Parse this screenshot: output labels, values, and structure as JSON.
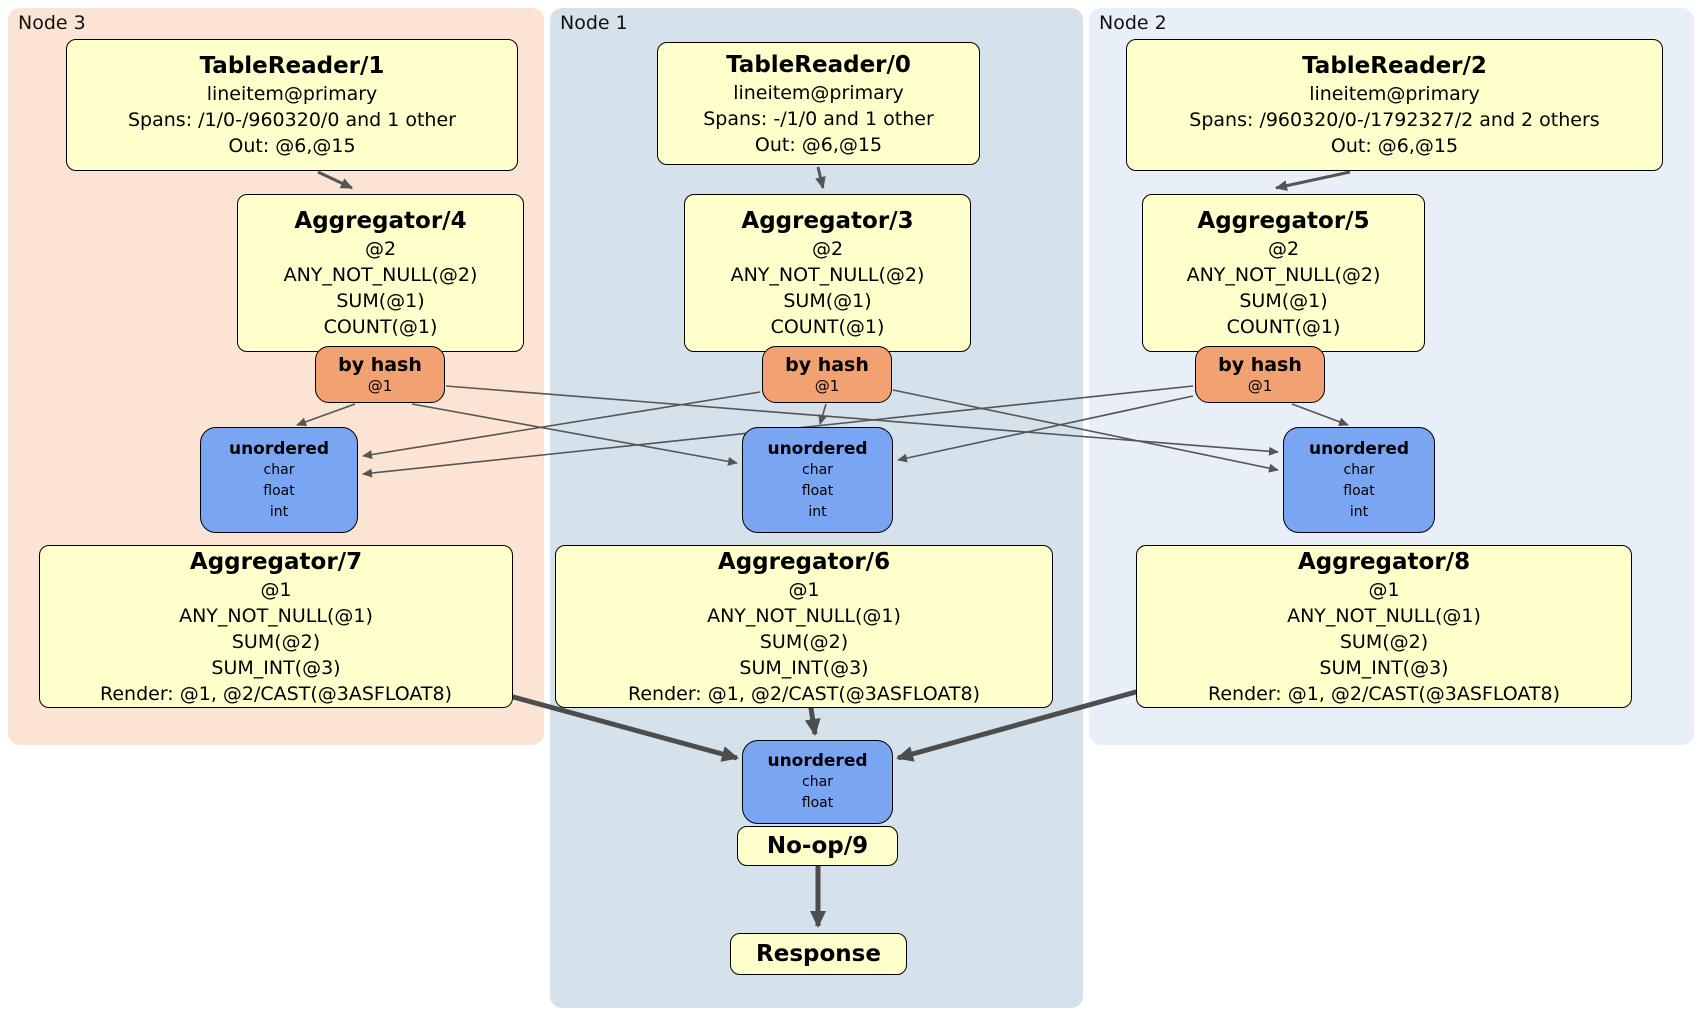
{
  "colors": {
    "node3_bg": "#FCE4D4",
    "node1_bg": "#D5E2EC",
    "node2_bg": "#E9EFF8",
    "processor_fill": "#FFFFCC",
    "router_fill": "#F2A272",
    "sync_fill": "#7AA5F2",
    "edge": "#555555"
  },
  "nodes": [
    {
      "label": "Node 3"
    },
    {
      "label": "Node 1"
    },
    {
      "label": "Node 2"
    }
  ],
  "processors": {
    "tr1": {
      "title": "TableReader/1",
      "lines": [
        "lineitem@primary",
        "Spans: /1/0-/960320/0 and 1 other",
        "Out: @6,@15"
      ]
    },
    "tr0": {
      "title": "TableReader/0",
      "lines": [
        "lineitem@primary",
        "Spans: -/1/0 and 1 other",
        "Out: @6,@15"
      ]
    },
    "tr2": {
      "title": "TableReader/2",
      "lines": [
        "lineitem@primary",
        "Spans: /960320/0-/1792327/2 and 2 others",
        "Out: @6,@15"
      ]
    },
    "agg4": {
      "title": "Aggregator/4",
      "lines": [
        "@2",
        "ANY_NOT_NULL(@2)",
        "SUM(@1)",
        "COUNT(@1)"
      ]
    },
    "agg3": {
      "title": "Aggregator/3",
      "lines": [
        "@2",
        "ANY_NOT_NULL(@2)",
        "SUM(@1)",
        "COUNT(@1)"
      ]
    },
    "agg5": {
      "title": "Aggregator/5",
      "lines": [
        "@2",
        "ANY_NOT_NULL(@2)",
        "SUM(@1)",
        "COUNT(@1)"
      ]
    },
    "agg7": {
      "title": "Aggregator/7",
      "lines": [
        "@1",
        "ANY_NOT_NULL(@1)",
        "SUM(@2)",
        "SUM_INT(@3)",
        "Render: @1, @2/CAST(@3ASFLOAT8)"
      ]
    },
    "agg6": {
      "title": "Aggregator/6",
      "lines": [
        "@1",
        "ANY_NOT_NULL(@1)",
        "SUM(@2)",
        "SUM_INT(@3)",
        "Render: @1, @2/CAST(@3ASFLOAT8)"
      ]
    },
    "agg8": {
      "title": "Aggregator/8",
      "lines": [
        "@1",
        "ANY_NOT_NULL(@1)",
        "SUM(@2)",
        "SUM_INT(@3)",
        "Render: @1, @2/CAST(@3ASFLOAT8)"
      ]
    },
    "noop": {
      "title": "No-op/9"
    },
    "response": {
      "title": "Response"
    }
  },
  "routers": {
    "hash_node3": {
      "title": "by hash",
      "key": "@1"
    },
    "hash_node1": {
      "title": "by hash",
      "key": "@1"
    },
    "hash_node2": {
      "title": "by hash",
      "key": "@1"
    }
  },
  "streams": {
    "unordered_node3": {
      "title": "unordered",
      "columns": [
        "char",
        "float",
        "int"
      ]
    },
    "unordered_node1": {
      "title": "unordered",
      "columns": [
        "char",
        "float",
        "int"
      ]
    },
    "unordered_node2": {
      "title": "unordered",
      "columns": [
        "char",
        "float",
        "int"
      ]
    },
    "unordered_final": {
      "title": "unordered",
      "columns": [
        "char",
        "float"
      ]
    }
  }
}
